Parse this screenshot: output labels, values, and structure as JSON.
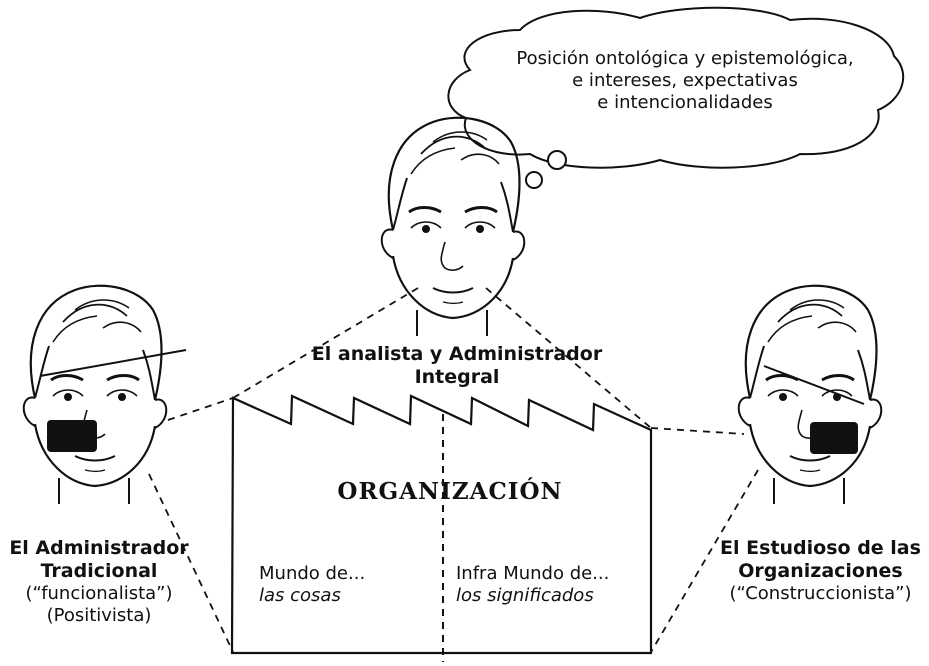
{
  "thought_bubble": {
    "lines": [
      "Posición ontológica y epistemológica,",
      "e intereses, expectativas",
      "e intencionalidades"
    ]
  },
  "center_person": {
    "title_line1": "El analista y Administrador",
    "title_line2": "Integral"
  },
  "left_person": {
    "title_line1": "El Administrador",
    "title_line2": "Tradicional",
    "sub_line1": "(“funcionalista”)",
    "sub_line2": "(Positivista)"
  },
  "right_person": {
    "title_line1": "El Estudioso de las",
    "title_line2": "Organizaciones",
    "sub_line1": "(“Construccionista”)"
  },
  "organization": {
    "title": "ORGANIZACIÓN",
    "left_world_line1": "Mundo de...",
    "left_world_line2": "las cosas",
    "right_world_line1": "Infra Mundo de...",
    "right_world_line2": "los significados"
  },
  "icons": [
    "thought-bubble-icon",
    "face-icon",
    "eye-patch-icon"
  ]
}
